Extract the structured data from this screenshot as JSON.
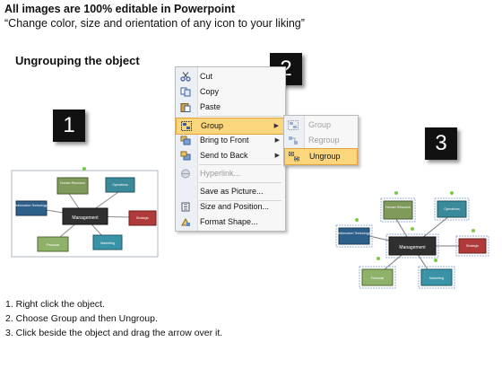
{
  "header": {
    "line1": "All images are 100% editable in Powerpoint",
    "line2": "“Change color, size and orientation of any icon to your liking”"
  },
  "heading": "Ungrouping the object",
  "steps_markers": [
    "1",
    "2",
    "3"
  ],
  "context_menu": {
    "items": [
      {
        "label": "Cut",
        "icon": "scissors-icon"
      },
      {
        "label": "Copy",
        "icon": "copy-icon"
      },
      {
        "label": "Paste",
        "icon": "paste-icon"
      },
      {
        "label": "Group",
        "icon": "group-icon",
        "highlighted": true,
        "submenu": true
      },
      {
        "label": "Bring to Front",
        "icon": "bring-front-icon",
        "submenu": true
      },
      {
        "label": "Send to Back",
        "icon": "send-back-icon",
        "submenu": true
      },
      {
        "label": "Hyperlink...",
        "icon": "globe-icon",
        "disabled": true
      },
      {
        "label": "Save as Picture...",
        "icon": ""
      },
      {
        "label": "Size and Position...",
        "icon": "size-icon"
      },
      {
        "label": "Format Shape...",
        "icon": "format-shape-icon"
      }
    ]
  },
  "submenu": {
    "items": [
      {
        "label": "Group",
        "disabled": true
      },
      {
        "label": "Regroup",
        "disabled": true
      },
      {
        "label": "Ungroup",
        "highlighted": true
      }
    ]
  },
  "diagram": {
    "center": "Management",
    "nodes": {
      "human_resource": "Human Resource",
      "operations": "Operations",
      "information_technology": "Information Technology",
      "strategic": "Strategic",
      "financial": "Financial",
      "marketing": "Marketing"
    }
  },
  "instructions": [
    "1.  Right click the object.",
    "2.  Choose Group and then Ungroup.",
    "3.  Click beside the object and drag the arrow over it."
  ],
  "colors": {
    "human_resource": "#7f9a5a",
    "operations": "#3b8a9a",
    "information_technology": "#2c5f8a",
    "strategic": "#b03a3a",
    "financial": "#8fb26a",
    "marketing": "#3a93a6",
    "center": "#2f2f2f",
    "menu_highlight": "#fcd67c"
  }
}
